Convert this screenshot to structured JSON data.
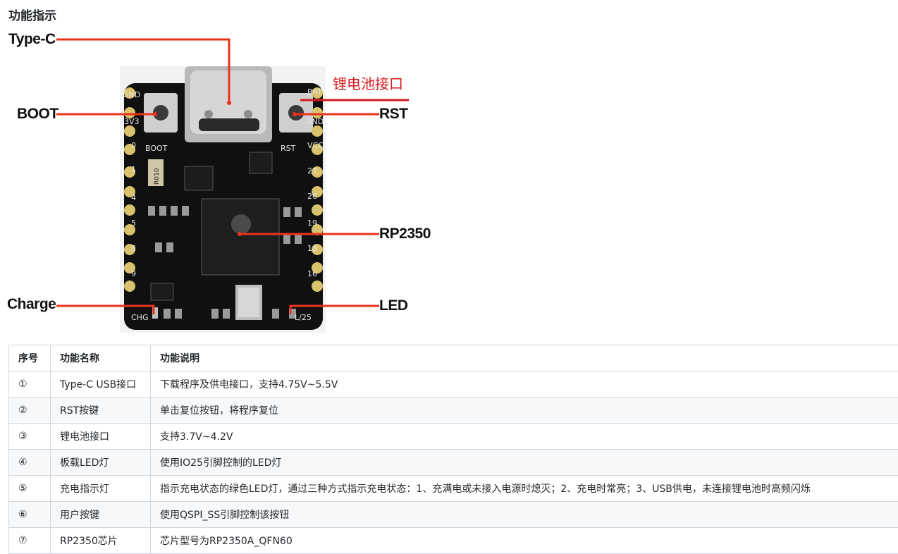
{
  "section": {
    "title": "功能指示"
  },
  "diagram": {
    "callouts": {
      "type_c": "Type-C",
      "boot": "BOOT",
      "charge": "Charge",
      "rst": "RST",
      "rp2350": "RP2350",
      "led": "LED",
      "battery": "锂电池接口"
    },
    "silkscreen": {
      "left_pins": [
        "GND",
        "3V3",
        "0",
        "1",
        "4",
        "5",
        "8",
        "9"
      ],
      "right_pins": [
        "BAT",
        "GND",
        "VCC",
        "27",
        "26",
        "19",
        "18",
        "16"
      ],
      "boot": "BOOT",
      "rst": "RST",
      "chg": "CHG",
      "l25": "L/25",
      "r_value": "R010"
    },
    "colors": {
      "callout_line": "#e8331c",
      "battery_label": "#d8171c",
      "pcb": "#111111"
    }
  },
  "table": {
    "headers": [
      "序号",
      "功能名称",
      "功能说明"
    ],
    "rows": [
      [
        "①",
        "Type-C USB接口",
        "下载程序及供电接口，支持4.75V~5.5V"
      ],
      [
        "②",
        "RST按键",
        "单击复位按钮，将程序复位"
      ],
      [
        "③",
        "锂电池接口",
        "支持3.7V~4.2V"
      ],
      [
        "④",
        "板载LED灯",
        "使用IO25引脚控制的LED灯"
      ],
      [
        "⑤",
        "充电指示灯",
        "指示充电状态的绿色LED灯，通过三种方式指示充电状态：1、充满电或未接入电源时熄灭；2、充电时常亮；3、USB供电，未连接锂电池时高频闪烁"
      ],
      [
        "⑥",
        "用户按键",
        "使用QSPI_SS引脚控制该按钮"
      ],
      [
        "⑦",
        "RP2350芯片",
        "芯片型号为RP2350A_QFN60"
      ]
    ]
  }
}
